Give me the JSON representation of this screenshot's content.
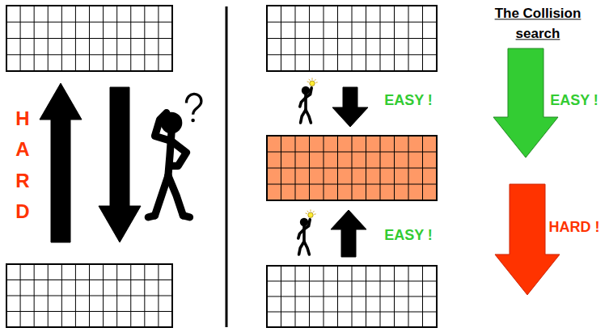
{
  "diagram": {
    "title": "The Collision search",
    "labels": [
      "HARD",
      "EASY !",
      "EASY !",
      "EASY !",
      "HARD !"
    ]
  }
}
